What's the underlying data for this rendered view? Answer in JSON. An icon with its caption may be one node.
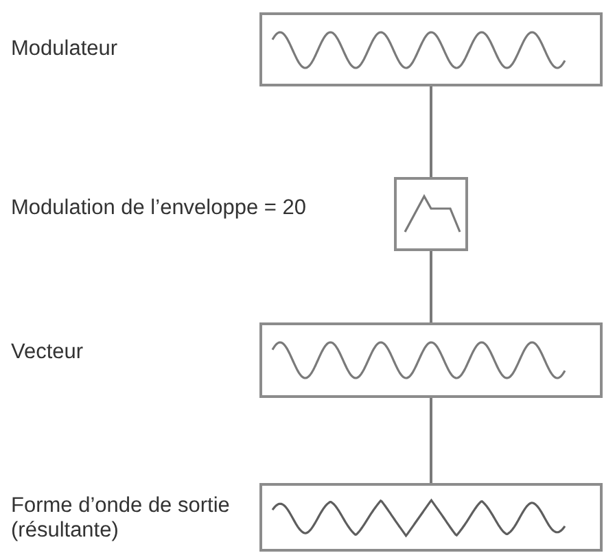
{
  "diagram": {
    "nodes": [
      {
        "text": [],
        "shape": "picture"
      },
      {
        "text": [],
        "shape": "picture"
      },
      {
        "text": [],
        "shape": "picture"
      },
      {
        "text": [],
        "shape": "picture"
      }
    ],
    "edges": [
      {
        "from": 0,
        "to": 1,
        "arrow": "none"
      },
      {
        "from": 1,
        "to": 2,
        "arrow": "none"
      },
      {
        "from": 2,
        "to": 3,
        "arrow": "none"
      }
    ],
    "labels": [
      "Modulateur",
      "Modulation de l’enveloppe = 20",
      "Vecteur",
      "Forme d’onde de sortie (résultante)"
    ]
  }
}
